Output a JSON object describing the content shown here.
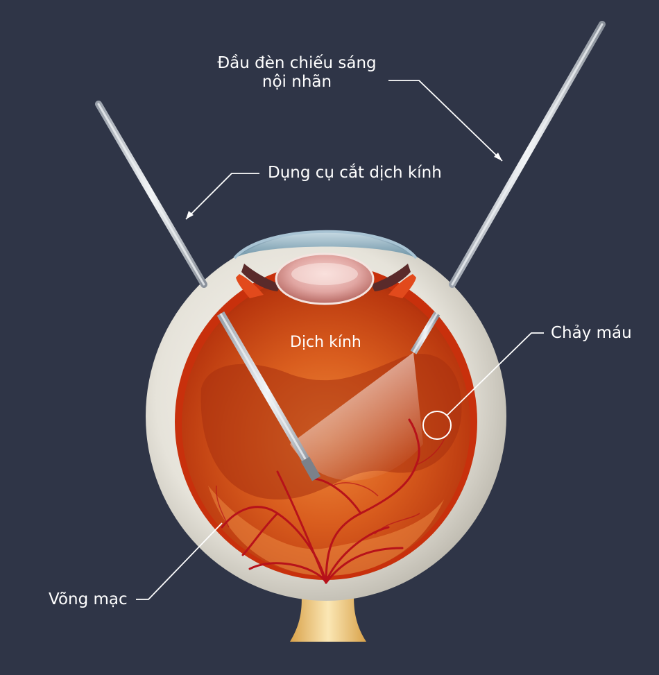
{
  "labels": {
    "light_probe_line1": "Đầu đèn chiếu sáng",
    "light_probe_line2": "nội nhãn",
    "vitrectomy_cutter": "Dụng cụ cắt dịch kính",
    "vitreous": "Dịch kính",
    "hemorrhage": "Chảy máu",
    "retina": "Võng mạc"
  },
  "colors": {
    "background": "#2f3547",
    "sclera": "#e8e6df",
    "choroid": "#d2380e",
    "vitreous": "#c8501c",
    "vessel": "#b7121a",
    "instrument": "#c9ced6",
    "optic_nerve": "#f1c878"
  }
}
